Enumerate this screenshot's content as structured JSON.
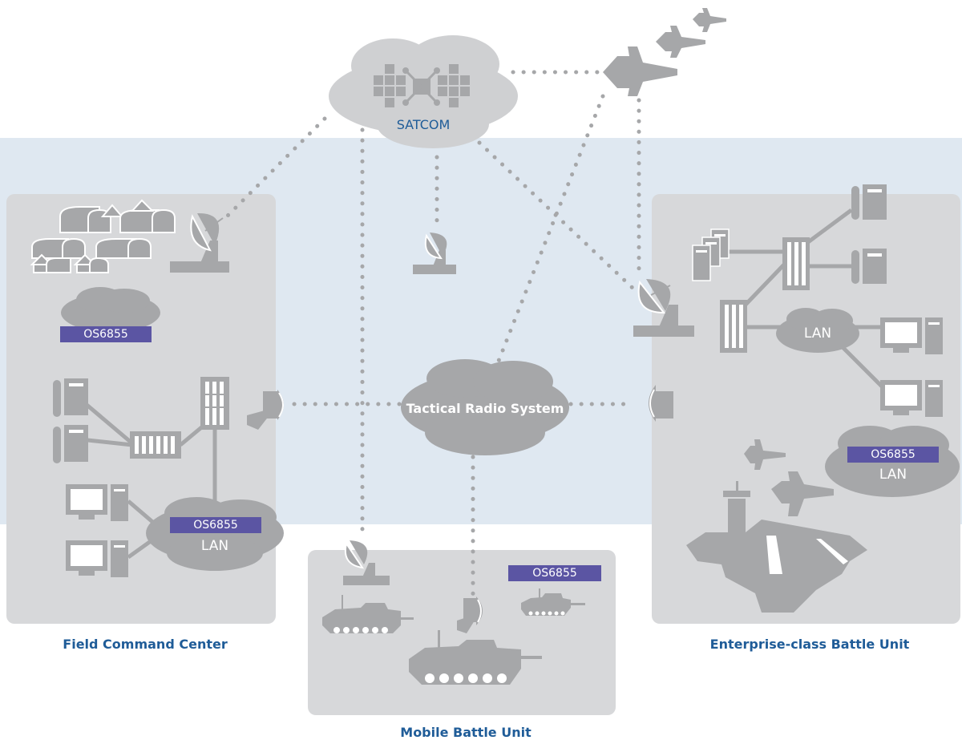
{
  "colors": {
    "band": "#dfe8f1",
    "panel": "#d7d8da",
    "device": "#a6a7a9",
    "link": "#9a9b9d",
    "cloud_light": "#cfd0d2",
    "cloud_dark": "#a6a7a9",
    "tag_bg": "#5b55a3",
    "caption": "#1f5c98",
    "satcom_text": "#1f5c98"
  },
  "clouds": {
    "satcom": "SATCOM",
    "tactical": "Tactical Radio System",
    "lan_enterprise": "LAN",
    "lan_field": "LAN",
    "lan_enterprise_bottom": "LAN"
  },
  "tags": {
    "field_top": "OS6855",
    "field_bottom": "OS6855",
    "mobile": "OS6855",
    "enterprise": "OS6855"
  },
  "captions": {
    "field": "Field Command Center",
    "mobile": "Mobile Battle Unit",
    "enterprise": "Enterprise-class Battle Unit"
  },
  "icons": [
    "satellite-icon",
    "satellite-dish-icon",
    "fighter-jet-icon",
    "tent-icon",
    "server-icon",
    "switch-icon",
    "computer-icon",
    "radio-antenna-icon",
    "tank-icon",
    "aircraft-carrier-icon"
  ]
}
